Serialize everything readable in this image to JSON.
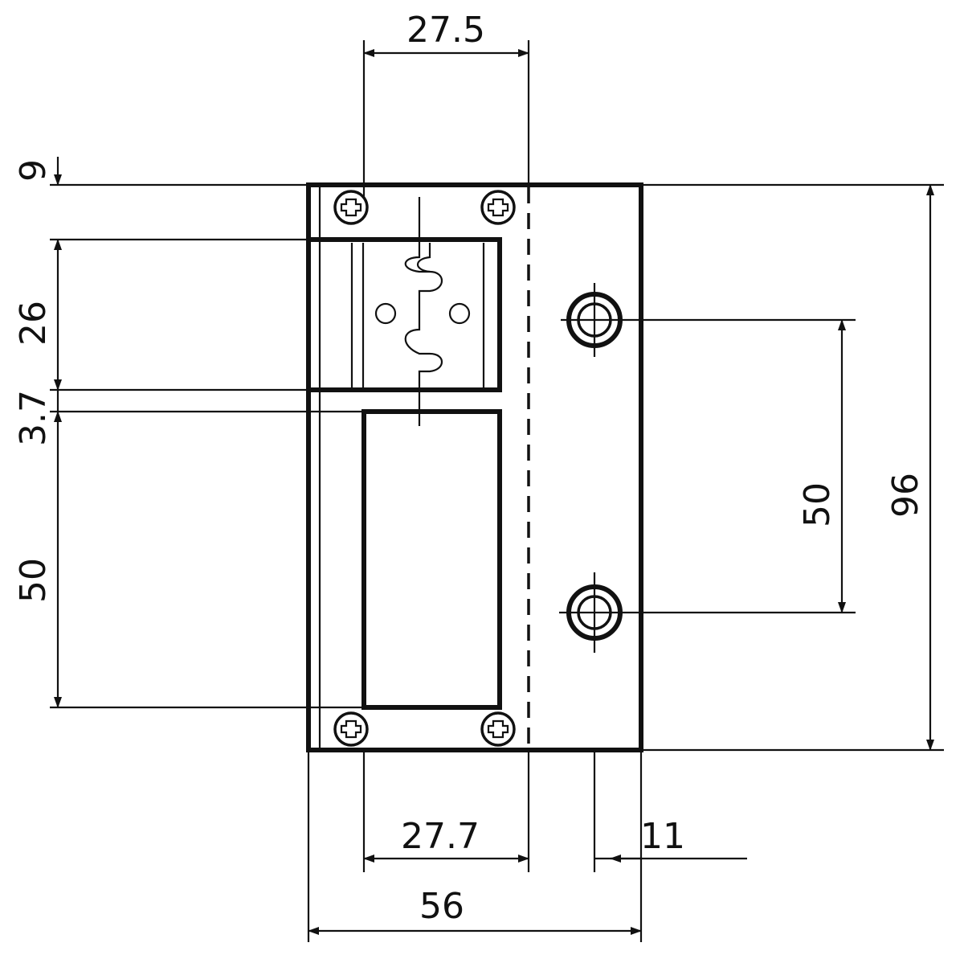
{
  "dimensions": {
    "top_spacing": "27.5",
    "bottom_spacing": "27.7",
    "right_offset": "11",
    "total_width": "56",
    "top_margin": "9",
    "upper_opening_height": "26",
    "gap_height": "3.7",
    "lower_opening_height": "50",
    "hole_spacing": "50",
    "total_height": "96"
  },
  "colors": {
    "line": "#111111",
    "background": "#ffffff"
  }
}
